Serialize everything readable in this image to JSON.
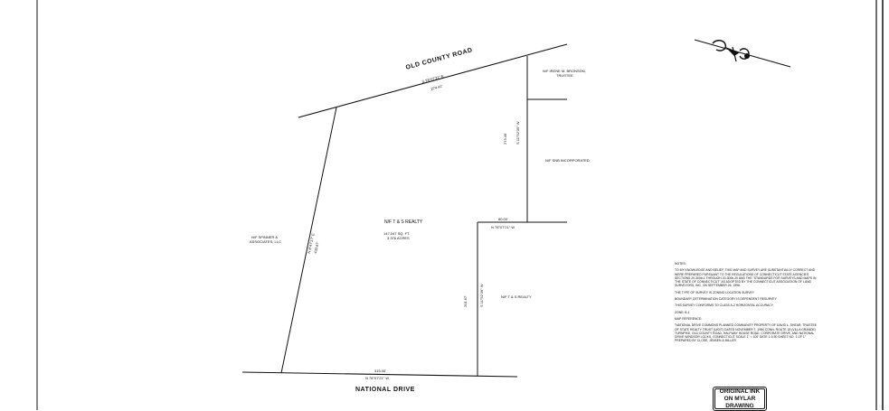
{
  "roads": {
    "top": "OLD COUNTY ROAD",
    "bottom": "NATIONAL DRIVE"
  },
  "parcel": {
    "owner": "N/F T & S REALTY",
    "area_sqft": "147,047 SQ. FT.",
    "area_acres": "3.376 ACRES"
  },
  "adjacent": {
    "west": [
      "N/F SPINNER &",
      "ASSOCIATES, LLC"
    ],
    "northeast": [
      "N/F IRENE M. BRONSON,",
      "TRUSTEE"
    ],
    "east": "N/F SNB INCORPORATED",
    "southeast": "N/F T & S REALTY"
  },
  "bearings": {
    "north_line": "S 78°07'21\" E",
    "north_dist": "274.41'",
    "east_upper_dist": "273.49'",
    "east_upper_bearing": "S 11°52'39\" W",
    "east_jog_dist": "80.00'",
    "east_jog_bearing": "N 78°07'21\" W",
    "east_lower_dist": "201.67'",
    "east_lower_bearing": "S 11°52'39\" W",
    "south_dist": "315.00'",
    "south_bearing": "N 78°07'21\" W",
    "west_bearing": "N 8°47'17\" E",
    "west_dist": "433.67'"
  },
  "notes": {
    "title": "NOTES:",
    "paragraphs": [
      "TO MY KNOWLEDGE AND BELIEF, THIS MAP AND SURVEY ARE SUBSTANTIALLY CORRECT AND WERE PREPARED PURSUANT TO THE REGULATIONS OF CONNECTICUT STATE AGENCIES SECTIONS 20-300b-1 THROUGH 20-300b-20 AND THE \"STANDARDS FOR SURVEYS AND MAPS IN THE STATE OF CONNECTICUT\" AS ADOPTED BY THE CONNECTICUT ASSOCIATION OF LAND SURVEYORS, INC. ON SEPTEMBER 26, 1996.",
      "THE TYPE OF SURVEY IS ZONING LOCATION SURVEY",
      "BOUNDARY DETERMINATION CATEGORY IS DEPENDENT RESURVEY",
      "THIS SURVEY CONFORMS TO CLASS A-2 HORIZONTAL ACCURACY.",
      "ZONE: B-1",
      "MAP REFERENCE:",
      "\"NATIONAL DRIVE COMMONS PLANNED COMMUNITY PROPERTY OF DAVID L. SHEAR, TRUSTEE OF STATE REALTY TRUST (U/D/T) DATED NOVEMBER 7, 1984 CONN. ROUTE 15 (VILLA GRANDE) TURNPIKE, OLD COUNTY ROAD, HALFWAY HOUSE ROAD, CORPORATE DRIVE, AND NATIONAL DRIVE WINDSOR LOCKS, CONNECTICUT SCALE 1\" = 100' DATE 1-9-90 SHEET NO. 1 OF 1\" PREPARED BY CLOSE, JENSEN & MILLER"
    ]
  },
  "stamp": [
    "ORIGINAL INK",
    "ON MYLAR",
    "DRAWING"
  ],
  "north_arrow": "north-arrow-icon"
}
